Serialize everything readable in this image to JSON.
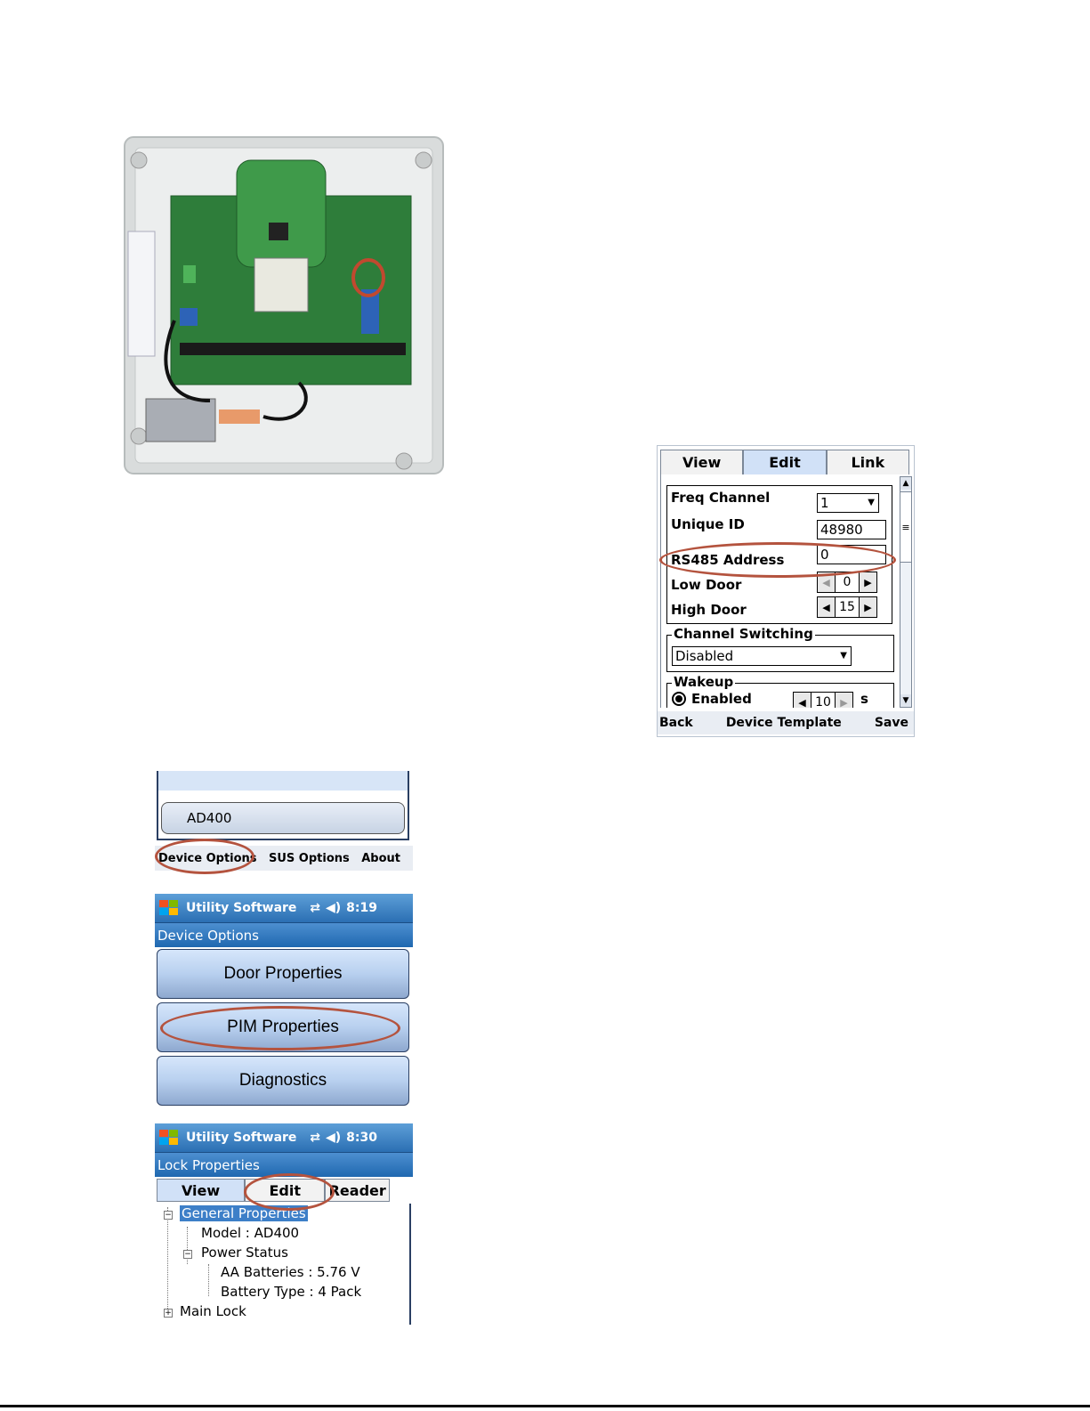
{
  "edit_screen": {
    "tabs": [
      {
        "label": "View"
      },
      {
        "label": "Edit"
      },
      {
        "label": "Link"
      }
    ],
    "fields": {
      "freq_channel_label": "Freq Channel",
      "freq_channel_value": "1",
      "unique_id_label": "Unique ID",
      "unique_id_value": "48980",
      "rs485_label": "RS485 Address",
      "rs485_value": "0",
      "low_door_label": "Low Door",
      "low_door_value": "0",
      "high_door_label": "High Door",
      "high_door_value": "15"
    },
    "channel_switching": {
      "title": "Channel Switching",
      "value": "Disabled"
    },
    "wakeup": {
      "title": "Wakeup",
      "enabled_label": "Enabled",
      "value": "10",
      "unit": "s"
    },
    "softkeys": {
      "back": "Back",
      "device_template": "Device Template",
      "save": "Save"
    }
  },
  "device_menu": {
    "device_item": "AD400",
    "softkeys": {
      "device_options": "Device Options",
      "sus_options": "SUS Options",
      "about": "About"
    }
  },
  "device_options_screen": {
    "app_title": "Utility Software",
    "time": "8:19",
    "subtitle": "Device Options",
    "buttons": [
      "Door Properties",
      "PIM Properties",
      "Diagnostics"
    ]
  },
  "lock_properties_screen": {
    "app_title": "Utility Software",
    "time": "8:30",
    "subtitle": "Lock Properties",
    "tabs": [
      "View",
      "Edit",
      "Reader"
    ],
    "tree": {
      "general": "General Properties",
      "model": "Model : AD400",
      "power_status": "Power Status",
      "aa_batteries": "AA Batteries : 5.76 V",
      "battery_type": "Battery Type : 4 Pack",
      "main_lock": "Main Lock"
    }
  },
  "colors": {
    "highlight_ring": "#b4533e",
    "title_blue": "#2b6fb3",
    "pcb_green": "#2e7d3a"
  }
}
